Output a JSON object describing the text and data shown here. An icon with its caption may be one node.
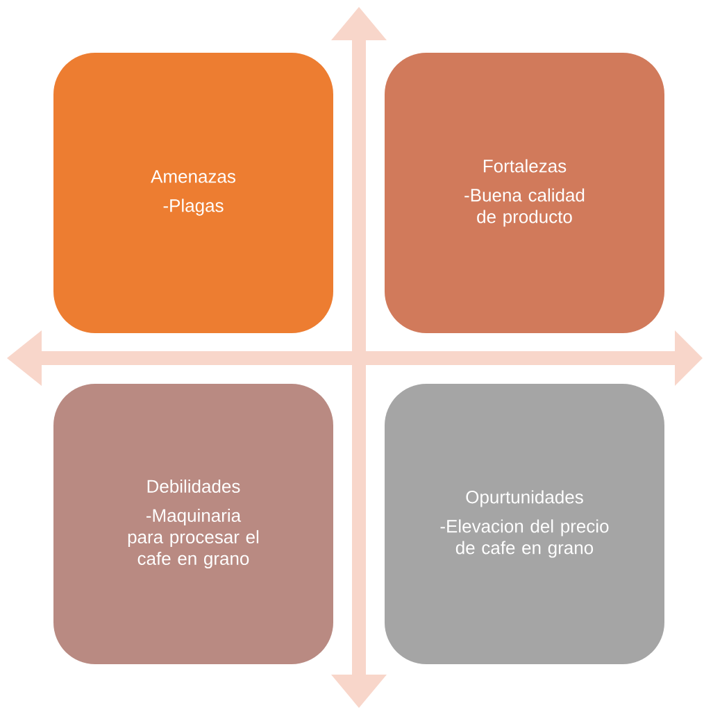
{
  "diagram": {
    "nodes": [
      {
        "text": [
          "Amenazas",
          "-Plagas"
        ]
      },
      {
        "text": [
          "Fortalezas",
          "-Buena calidad de producto"
        ]
      },
      {
        "text": [
          "Debilidades",
          "-Maquinaria para procesar el cafe en grano"
        ]
      },
      {
        "text": [
          "Opurtunidades",
          "-Elevacion del precio de cafe en grano"
        ]
      }
    ]
  }
}
